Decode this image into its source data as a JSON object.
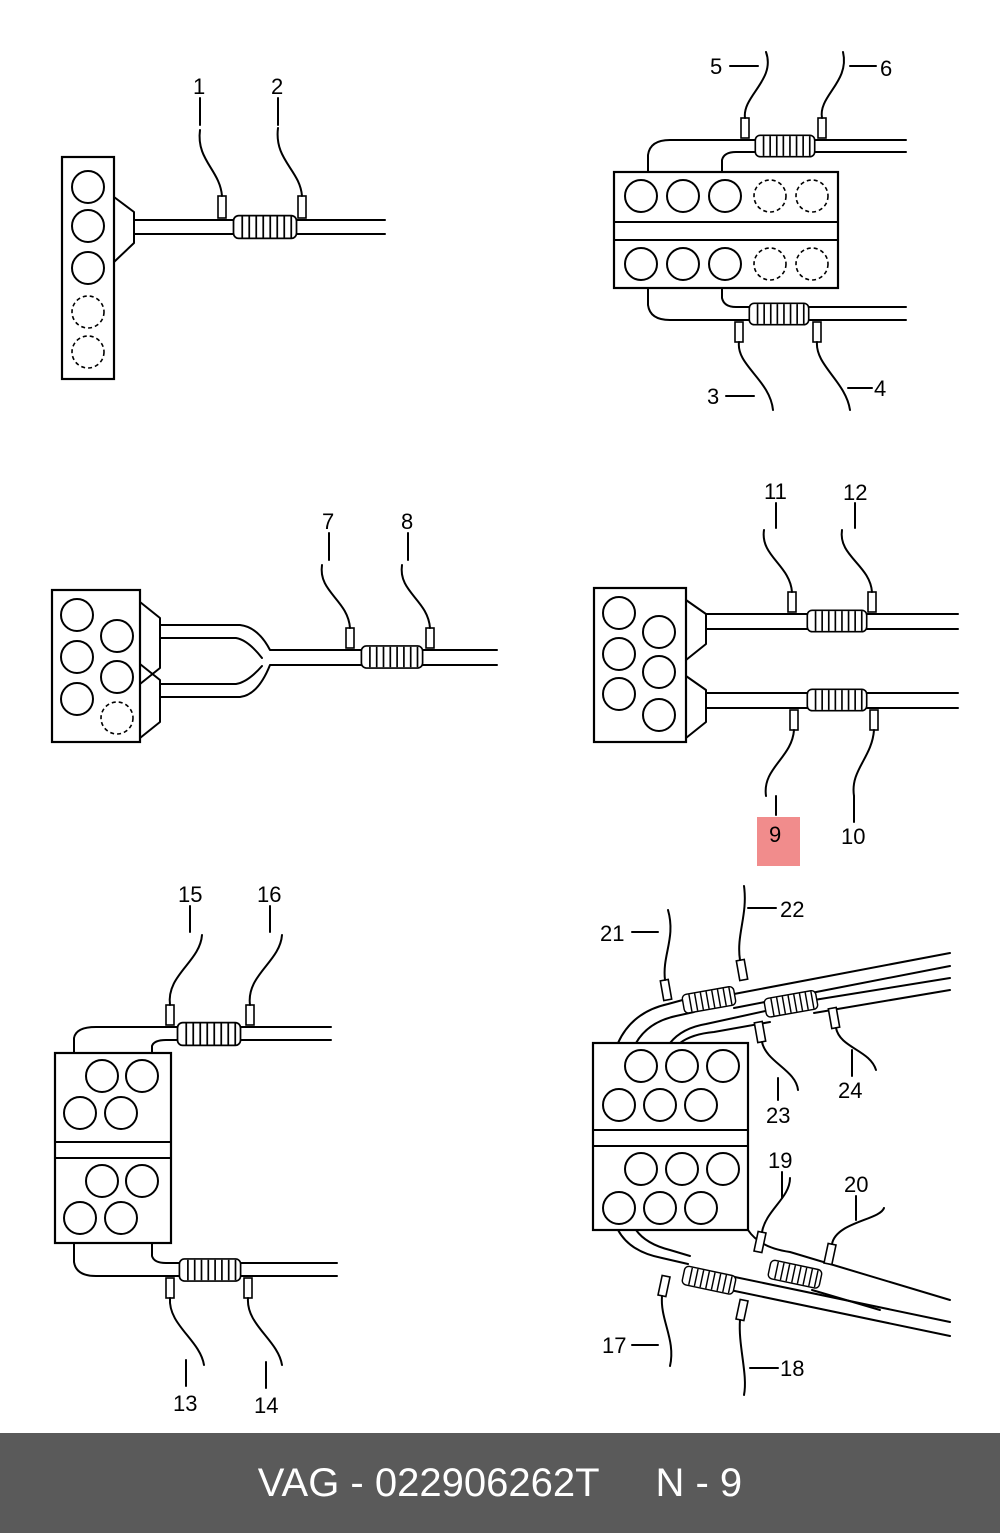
{
  "callouts": [
    "1",
    "2",
    "3",
    "4",
    "5",
    "6",
    "7",
    "8",
    "9",
    "10",
    "11",
    "12",
    "13",
    "14",
    "15",
    "16",
    "17",
    "18",
    "19",
    "20",
    "21",
    "22",
    "23",
    "24"
  ],
  "highlight": {
    "label": "9",
    "color": "#f08080"
  },
  "footer": {
    "part_text": "VAG - 022906262T",
    "position_text": "N - 9",
    "background": "#5a5a5a",
    "text_color": "#ffffff"
  }
}
